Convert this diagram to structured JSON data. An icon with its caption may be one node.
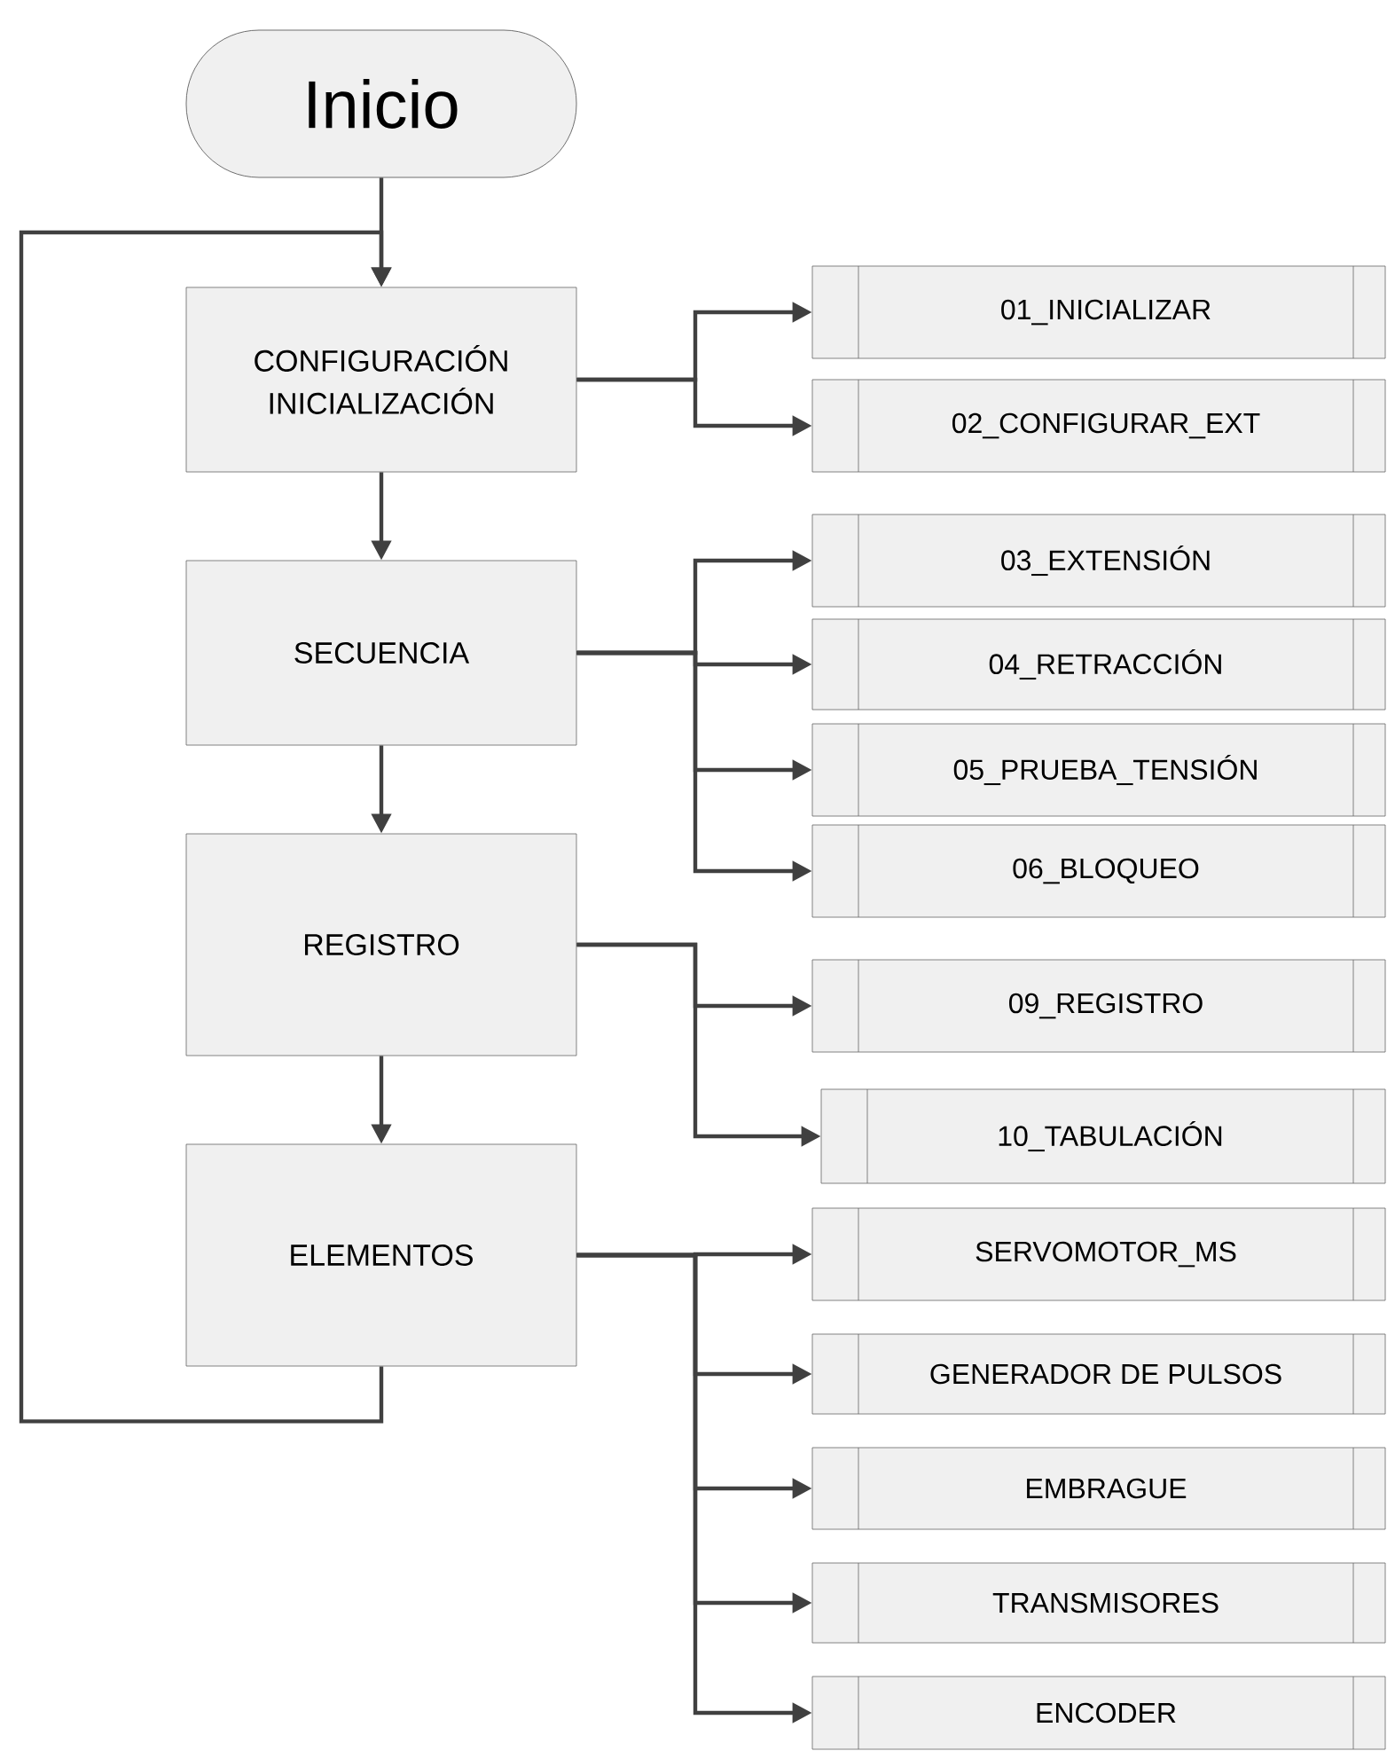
{
  "diagram": {
    "nodes": [
      {
        "text": [
          "Inicio"
        ]
      },
      {
        "text": [
          "CONFIGURACIÓN INICIALIZACIÓN"
        ]
      },
      {
        "text": [
          "SECUENCIA"
        ]
      },
      {
        "text": [
          "REGISTRO"
        ]
      },
      {
        "text": [
          "ELEMENTOS"
        ]
      },
      {
        "text": [
          "01_INICIALIZAR"
        ]
      },
      {
        "text": [
          "02_CONFIGURAR_EXT"
        ]
      },
      {
        "text": [
          "03_EXTENSIÓN"
        ]
      },
      {
        "text": [
          "04_RETRACCIÓN"
        ]
      },
      {
        "text": [
          "05_PRUEBA_TENSIÓN"
        ]
      },
      {
        "text": [
          "06_BLOQUEO"
        ]
      },
      {
        "text": [
          "09_REGISTRO"
        ]
      },
      {
        "text": [
          "10_TABULACIÓN"
        ]
      },
      {
        "text": [
          "SERVOMOTOR_MS"
        ]
      },
      {
        "text": [
          "GENERADOR DE PULSOS"
        ]
      },
      {
        "text": [
          "EMBRAGUE"
        ]
      },
      {
        "text": [
          "TRANSMISORES"
        ]
      },
      {
        "text": [
          "ENCODER"
        ]
      }
    ],
    "edges": [
      {
        "from": 0,
        "to": 1,
        "arrow": "to"
      },
      {
        "from": 1,
        "to": 2,
        "arrow": "to"
      },
      {
        "from": 2,
        "to": 3,
        "arrow": "to"
      },
      {
        "from": 3,
        "to": 4,
        "arrow": "to"
      },
      {
        "from": 4,
        "to": 1,
        "arrow": "to"
      },
      {
        "from": 1,
        "to": 5,
        "arrow": "to"
      },
      {
        "from": 1,
        "to": 6,
        "arrow": "to"
      },
      {
        "from": 2,
        "to": 7,
        "arrow": "to"
      },
      {
        "from": 2,
        "to": 8,
        "arrow": "to"
      },
      {
        "from": 2,
        "to": 9,
        "arrow": "to"
      },
      {
        "from": 2,
        "to": 10,
        "arrow": "to"
      },
      {
        "from": 3,
        "to": 11,
        "arrow": "to"
      },
      {
        "from": 3,
        "to": 12,
        "arrow": "to"
      },
      {
        "from": 4,
        "to": 13,
        "arrow": "to"
      },
      {
        "from": 4,
        "to": 14,
        "arrow": "to"
      },
      {
        "from": 4,
        "to": 15,
        "arrow": "to"
      },
      {
        "from": 4,
        "to": 16,
        "arrow": "to"
      },
      {
        "from": 4,
        "to": 17,
        "arrow": "to"
      }
    ]
  }
}
